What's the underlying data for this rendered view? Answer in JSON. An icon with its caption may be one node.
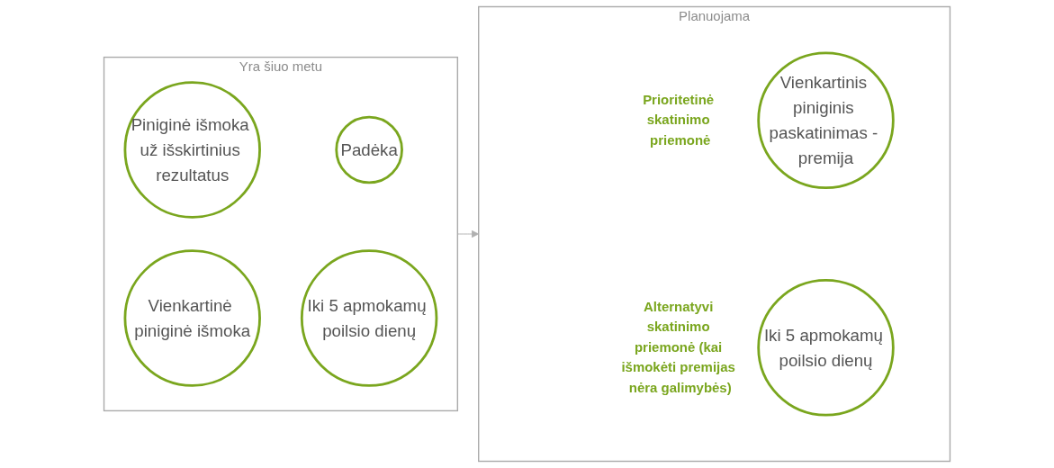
{
  "diagram": {
    "nodes": [
      {
        "text": [
          "Yra šiuo metu"
        ]
      },
      {
        "text": [
          "Piniginė išmoka už išskirtinius rezultatus"
        ],
        "in": 0
      },
      {
        "text": [
          "Padėka"
        ],
        "in": 0
      },
      {
        "text": [
          "Vienkartinė piniginė išmoka"
        ],
        "in": 0
      },
      {
        "text": [
          "Iki 5 apmokamų poilsio dienų"
        ],
        "in": 0
      },
      {
        "text": [
          "Planuojama"
        ]
      },
      {
        "text": [
          "Vienkartinis piniginis paskatinimas - premija"
        ],
        "in": 5,
        "beside": [
          "Prioritetinė skatinimo priemonė"
        ]
      },
      {
        "text": [
          "Iki 5 apmokamų poilsio dienų"
        ],
        "in": 5,
        "beside": [
          "Alternatyvi skatinimo priemonė (kai išmokėti premijas nėra galimybės)"
        ]
      }
    ],
    "edges": [
      {
        "from": 0,
        "to": 5,
        "arrow": "to",
        "color": "#b0b0b0"
      }
    ]
  }
}
